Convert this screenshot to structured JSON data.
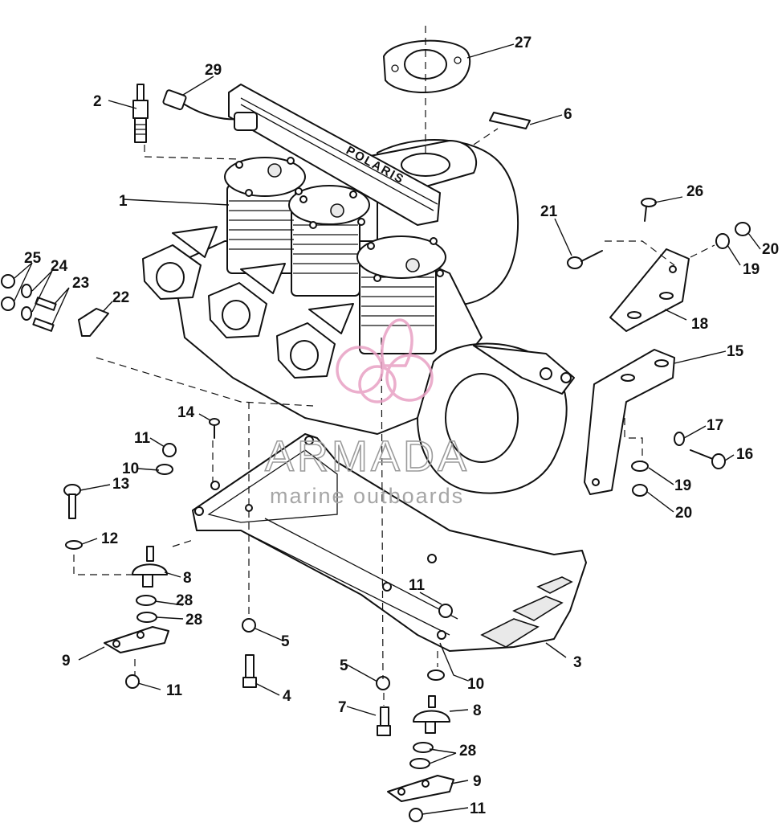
{
  "brand_text": "POLARIS",
  "watermark": {
    "title": "ARMADA",
    "subtitle": "marine outboards",
    "logo_color": "#e8a0c4"
  },
  "callouts": [
    {
      "num": "1",
      "part": "engine-assembly"
    },
    {
      "num": "2",
      "part": "spark-plug"
    },
    {
      "num": "3",
      "part": "mounting-plate"
    },
    {
      "num": "4",
      "part": "bolt"
    },
    {
      "num": "5",
      "part": "lock-washer"
    },
    {
      "num": "5",
      "part": "lock-washer"
    },
    {
      "num": "6",
      "part": "shim"
    },
    {
      "num": "7",
      "part": "bolt"
    },
    {
      "num": "8",
      "part": "rubber-mount"
    },
    {
      "num": "8",
      "part": "rubber-mount"
    },
    {
      "num": "9",
      "part": "mount-bracket"
    },
    {
      "num": "9",
      "part": "mount-bracket"
    },
    {
      "num": "10",
      "part": "washer"
    },
    {
      "num": "10",
      "part": "washer"
    },
    {
      "num": "11",
      "part": "nut"
    },
    {
      "num": "11",
      "part": "nut"
    },
    {
      "num": "11",
      "part": "nut"
    },
    {
      "num": "11",
      "part": "nut"
    },
    {
      "num": "12",
      "part": "washer"
    },
    {
      "num": "13",
      "part": "bolt"
    },
    {
      "num": "14",
      "part": "screw"
    },
    {
      "num": "15",
      "part": "support-bracket"
    },
    {
      "num": "16",
      "part": "bolt"
    },
    {
      "num": "17",
      "part": "washer"
    },
    {
      "num": "18",
      "part": "bracket"
    },
    {
      "num": "19",
      "part": "washer"
    },
    {
      "num": "19",
      "part": "washer"
    },
    {
      "num": "20",
      "part": "nut"
    },
    {
      "num": "20",
      "part": "nut"
    },
    {
      "num": "21",
      "part": "bolt"
    },
    {
      "num": "22",
      "part": "bracket"
    },
    {
      "num": "23",
      "part": "stud"
    },
    {
      "num": "24",
      "part": "washer"
    },
    {
      "num": "25",
      "part": "nut"
    },
    {
      "num": "26",
      "part": "screw"
    },
    {
      "num": "27",
      "part": "gasket"
    },
    {
      "num": "28",
      "part": "shim"
    },
    {
      "num": "28",
      "part": "shim"
    },
    {
      "num": "28",
      "part": "shim"
    },
    {
      "num": "29",
      "part": "sensor"
    }
  ]
}
